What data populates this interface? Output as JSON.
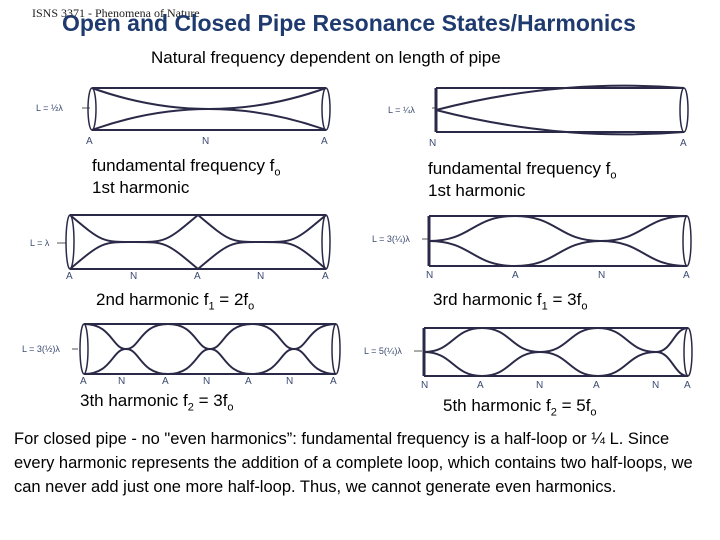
{
  "header_note": "ISNS 3371 - Phenomena of Nature",
  "title": "Open and Closed Pipe Resonance States/Harmonics",
  "subtitle": "Natural frequency dependent on length of pipe",
  "open_pipe": {
    "d1": {
      "length_label": "L = ½λ",
      "nodes": [
        "A",
        "N",
        "A"
      ]
    },
    "d2": {
      "length_label": "L = λ",
      "nodes": [
        "A",
        "N",
        "A",
        "N",
        "A"
      ]
    },
    "d3": {
      "length_label": "L = 3(½)λ",
      "nodes": [
        "A",
        "N",
        "A",
        "N",
        "A",
        "N",
        "A"
      ]
    }
  },
  "closed_pipe": {
    "d1": {
      "length_label": "L = ¼λ",
      "nodes": [
        "N",
        "A"
      ]
    },
    "d2": {
      "length_label": "L = 3(¼)λ",
      "nodes": [
        "N",
        "A",
        "N",
        "A"
      ]
    },
    "d3": {
      "length_label": "L = 5(¼)λ",
      "nodes": [
        "N",
        "A",
        "N",
        "A",
        "N",
        "A"
      ]
    }
  },
  "captions": {
    "open_1_line1": "fundamental frequency f",
    "open_1_sub": "o",
    "open_1_line2": "1st harmonic",
    "closed_1_line1": "fundamental frequency f",
    "closed_1_sub": "o",
    "closed_1_line2": "1st harmonic",
    "open_2_main": "2nd harmonic f",
    "open_2_sub1": "1",
    "open_2_mid": " =  2f",
    "open_2_sub2": "o",
    "closed_2_main": "3rd harmonic f",
    "closed_2_sub1": "1",
    "closed_2_mid": " =  3f",
    "closed_2_sub2": "o",
    "open_3_main": "3th harmonic f",
    "open_3_sub1": "2",
    "open_3_mid": " =  3f",
    "open_3_sub2": "o",
    "closed_3_main": "5th harmonic f",
    "closed_3_sub1": "2",
    "closed_3_mid": " =  5f",
    "closed_3_sub2": "o"
  },
  "footer": "For closed pipe - no \"even harmonics”: fundamental frequency is a half-loop or ¼ L. Since every harmonic represents the addition of a complete loop, which contains two half-loops, we can never add just one more half-loop. Thus, we cannot generate even harmonics.",
  "colors": {
    "title": "#1f3a6e",
    "pipe_line": "#2a2a48",
    "label": "#3a4a70"
  }
}
